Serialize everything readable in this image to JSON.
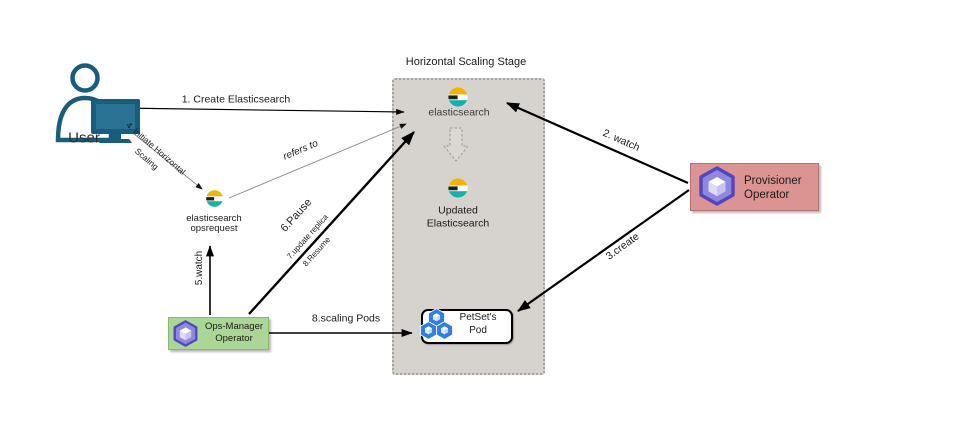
{
  "stage": {
    "title": "Horizontal Scaling Stage"
  },
  "nodes": {
    "user": {
      "label": "User"
    },
    "elasticsearch": {
      "label": "elasticsearch"
    },
    "updated_elasticsearch": {
      "line1": "Updated",
      "line2": "Elasticsearch"
    },
    "opsrequest": {
      "line1": "elasticsearch",
      "line2": "opsrequest"
    },
    "petset_pod": {
      "line1": "PetSet's",
      "line2": "Pod"
    },
    "provisioner_operator": {
      "line1": "Provisioner",
      "line2": "Operator"
    },
    "ops_manager_operator": {
      "line1": "Ops-Manager",
      "line2": "Operator"
    }
  },
  "edges": {
    "create_elasticsearch": {
      "label": "1. Create Elasticsearch"
    },
    "watch_provisioner": {
      "label": "2. watch"
    },
    "create_petset": {
      "label": "3.create"
    },
    "initiate_horizontal_scaling": {
      "label": "4. Initiate Horizontal Scaling"
    },
    "refers_to": {
      "label": "refers to"
    },
    "watch_opsrequest": {
      "label": "5.watch"
    },
    "pause": {
      "label": "6.Pause"
    },
    "update_replica": {
      "label": "7.update replica"
    },
    "resume": {
      "label": "8.Resume"
    },
    "scaling_pods": {
      "label": "8.scaling Pods"
    }
  },
  "icons": {
    "user": "person-with-monitor-icon",
    "elasticsearch": "elasticsearch-logo-icon",
    "operator": "hexagon-cube-operator-icon",
    "pod": "pod-cube-icon",
    "transform": "dashed-down-block-arrow-icon"
  },
  "colors": {
    "stage_fill": "#d6d2ce",
    "provisioner_fill": "#dc9492",
    "ops_manager_fill": "#aad795",
    "operator_icon_purple": "#5047bf",
    "pod_icon_blue": "#2e7ee7",
    "user_icon_teal": "#175e7d",
    "elastic_yellow": "#f2b400",
    "elastic_teal": "#0fb3ae",
    "arrow_black": "#000000"
  }
}
